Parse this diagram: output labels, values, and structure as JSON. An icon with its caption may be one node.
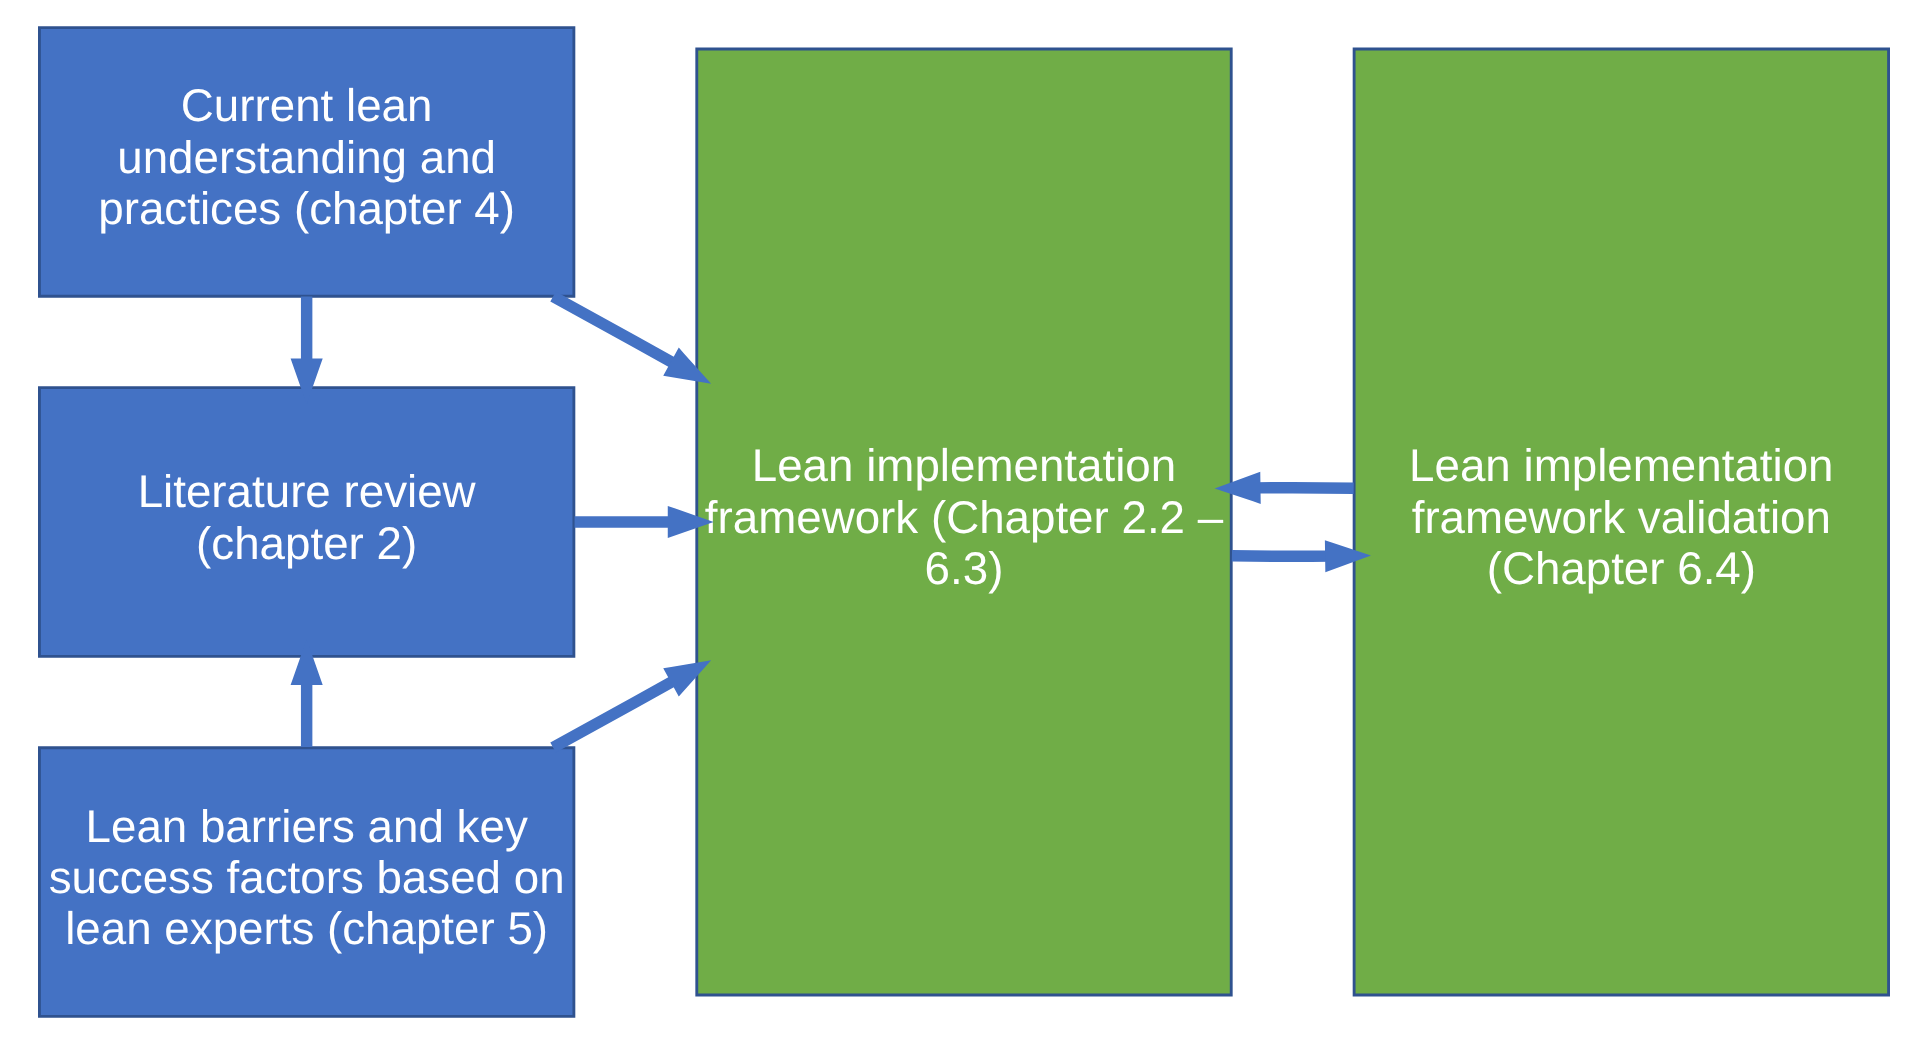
{
  "diagram": {
    "nodes": [
      {
        "text": [
          "Current lean understanding and practices (chapter 4)"
        ]
      },
      {
        "text": [
          "Literature review (chapter 2)"
        ]
      },
      {
        "text": [
          "Lean barriers and key success factors based on lean experts (chapter 5)"
        ]
      },
      {
        "text": [
          "Lean implementation framework (Chapter 2.2 – 6.3)"
        ]
      },
      {
        "text": [
          "Lean implementation framework validation (Chapter 6.4)"
        ]
      }
    ],
    "edges": [
      {
        "from": 0,
        "to": 3,
        "arrow": "to"
      },
      {
        "from": 0,
        "to": 1,
        "arrow": "to"
      },
      {
        "from": 1,
        "to": 3,
        "arrow": "to"
      },
      {
        "from": 2,
        "to": 1,
        "arrow": "to"
      },
      {
        "from": 2,
        "to": 3,
        "arrow": "to"
      },
      {
        "from": 3,
        "to": 4,
        "arrow": "to"
      },
      {
        "from": 4,
        "to": 3,
        "arrow": "to"
      }
    ]
  }
}
